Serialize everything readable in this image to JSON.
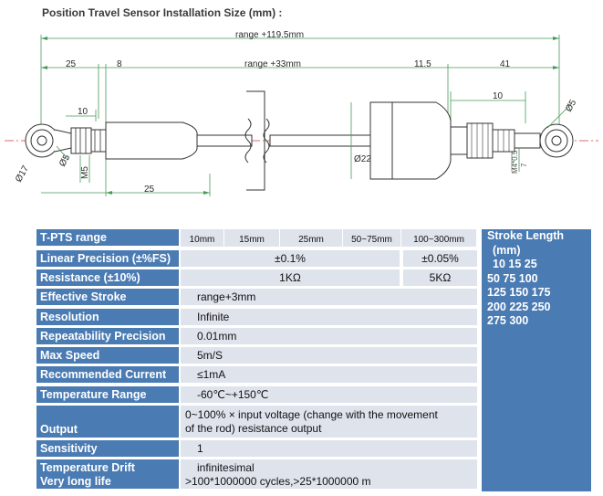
{
  "title": "Position Travel Sensor Installation Size (mm) :",
  "drawing": {
    "range_total": "range +119.5mm",
    "range_inner": "range +33mm",
    "dim_25_top": "25",
    "dim_8": "8",
    "dim_11_5": "11.5",
    "dim_41": "41",
    "dim_10_left": "10",
    "dim_10_right": "10",
    "dim_25_bottom": "25",
    "dim_d22": "Ø22",
    "dim_d17": "Ø17",
    "dim_d5_left": "Ø5",
    "dim_m5": "M5",
    "dim_d5_right": "Ø5",
    "dim_m4x0_5": "M4*0.5",
    "dim_7": "7"
  },
  "spec": {
    "header": {
      "label": "T-PTS range",
      "cols": [
        "10mm",
        "15mm",
        "25mm",
        "50~75mm",
        "100~300mm"
      ]
    },
    "linear_precision": {
      "label": "Linear Precision (±%FS)",
      "v1": "±0.1%",
      "v2": "±0.05%"
    },
    "resistance": {
      "label": "Resistance (±10%)",
      "v1": "1KΩ",
      "v2": "5KΩ"
    },
    "rows": [
      {
        "label": "Effective Stroke",
        "value": "range+3mm"
      },
      {
        "label": "Resolution",
        "value": "Infinite"
      },
      {
        "label": "Repeatability Precision",
        "value": "0.01mm"
      },
      {
        "label": "Max Speed",
        "value": "5m/S"
      },
      {
        "label": "Recommended Current",
        "value": "≤1mA"
      },
      {
        "label": "Temperature Range",
        "value": "-60℃~+150℃"
      }
    ],
    "output": {
      "label": "Output",
      "line1": "0~100% × input voltage  (change with the movement",
      "line2": "of the rod)   resistance output"
    },
    "rows2": [
      {
        "label": "Sensitivity",
        "value": "1"
      },
      {
        "label": "Temperature Drift",
        "value": "infinitesimal"
      },
      {
        "label": "Very long life",
        "value": ">100*1000000 cycles,>25*1000000 m"
      }
    ]
  },
  "stroke": {
    "title1": "Stroke Length",
    "title2": "(mm)",
    "lines": [
      "10  15  25",
      "50  75  100",
      "125  150  175",
      "200  225  250",
      "275  300"
    ]
  }
}
